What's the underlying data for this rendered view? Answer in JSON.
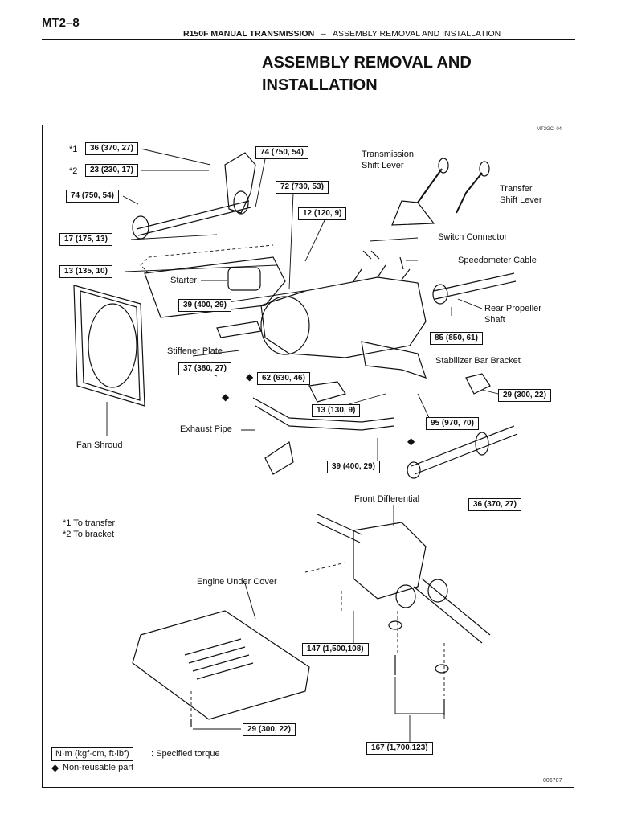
{
  "header": {
    "page_number": "MT2–8",
    "section": "R150F MANUAL TRANSMISSION",
    "separator": "–",
    "subsection": "ASSEMBLY REMOVAL AND INSTALLATION"
  },
  "title_line1": "ASSEMBLY REMOVAL AND",
  "title_line2": "INSTALLATION",
  "figure": {
    "code_top": "MT2GC–04",
    "code_bottom": "006787",
    "labels": {
      "transmission_shift_lever_1": "Transmission",
      "transmission_shift_lever_2": "Shift Lever",
      "transfer_shift_lever_1": "Transfer",
      "transfer_shift_lever_2": "Shift Lever",
      "switch_connector": "Switch Connector",
      "speedometer_cable": "Speedometer Cable",
      "starter": "Starter",
      "rear_propeller_shaft_1": "Rear Propeller",
      "rear_propeller_shaft_2": "Shaft",
      "stiffener_plate": "Stiffener Plate",
      "stabilizer_bar_bracket": "Stabilizer Bar Bracket",
      "exhaust_pipe": "Exhaust Pipe",
      "fan_shroud": "Fan Shroud",
      "front_differential": "Front Differential",
      "engine_under_cover": "Engine Under Cover",
      "note_1": "*1 To transfer",
      "note_2": "*2 To bracket",
      "star1": "*1",
      "star2": "*2"
    },
    "torques": {
      "t_36_a": "36 (370, 27)",
      "t_23": "23 (230, 17)",
      "t_74_a": "74 (750, 54)",
      "t_74_b": "74 (750, 54)",
      "t_72": "72 (730, 53)",
      "t_12": "12 (120, 9)",
      "t_17": "17 (175, 13)",
      "t_13_a": "13 (135, 10)",
      "t_39_a": "39 (400, 29)",
      "t_85": "85 (850, 61)",
      "t_37": "37 (380, 27)",
      "t_62": "62 (630, 46)",
      "t_13_b": "13 (130, 9)",
      "t_95": "95 (970, 70)",
      "t_29_a": "29 (300, 22)",
      "t_39_b": "39 (400, 29)",
      "t_36_b": "36 (370, 27)",
      "t_147": "147 (1,500,108)",
      "t_29_b": "29 (300, 22)",
      "t_167": "167 (1,700,123)"
    },
    "legend": {
      "unit_box": "N·m (kgf·cm, ft·lbf)",
      "unit_text": ": Specified torque",
      "nonreusable_symbol": "◆",
      "nonreusable_text": "Non-reusable part"
    }
  }
}
